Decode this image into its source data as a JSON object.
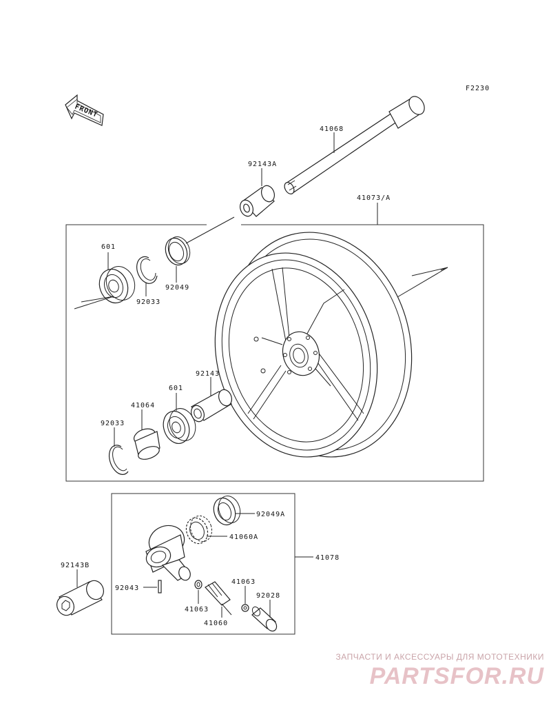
{
  "figure_code": "F2230",
  "direction": {
    "label": "FRONT"
  },
  "parts": {
    "axle": "41068",
    "collar_a": "92143A",
    "wheel": "41073/A",
    "bearing_left": "601",
    "circlip_left": "92033",
    "seal_left": "92049",
    "collar": "92143",
    "bearing_right": "601",
    "spacer_cap": "41064",
    "circlip_right": "92033",
    "gear_housing_seal": "92049A",
    "drive_gear": "41060A",
    "meter_gear_assy": "41078",
    "collar_b": "92143B",
    "pin": "92043",
    "washer_a": "41063",
    "washer_b": "41063",
    "pinion": "41060",
    "bushing": "92028"
  },
  "watermark": {
    "tagline": "ЗАПЧАСТИ И АКСЕССУАРЫ ДЛЯ МОТОТЕХНИКИ",
    "logo": "PARTSFOR.RU"
  }
}
